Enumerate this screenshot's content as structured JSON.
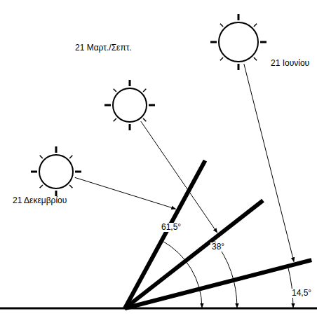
{
  "diagram": {
    "labels": [
      "21 Μαρτ./Σεπτ.",
      "21 Ιουνίου",
      "21 Δεκεμβρίου",
      "61,5°",
      "38°",
      "14,5°"
    ]
  }
}
